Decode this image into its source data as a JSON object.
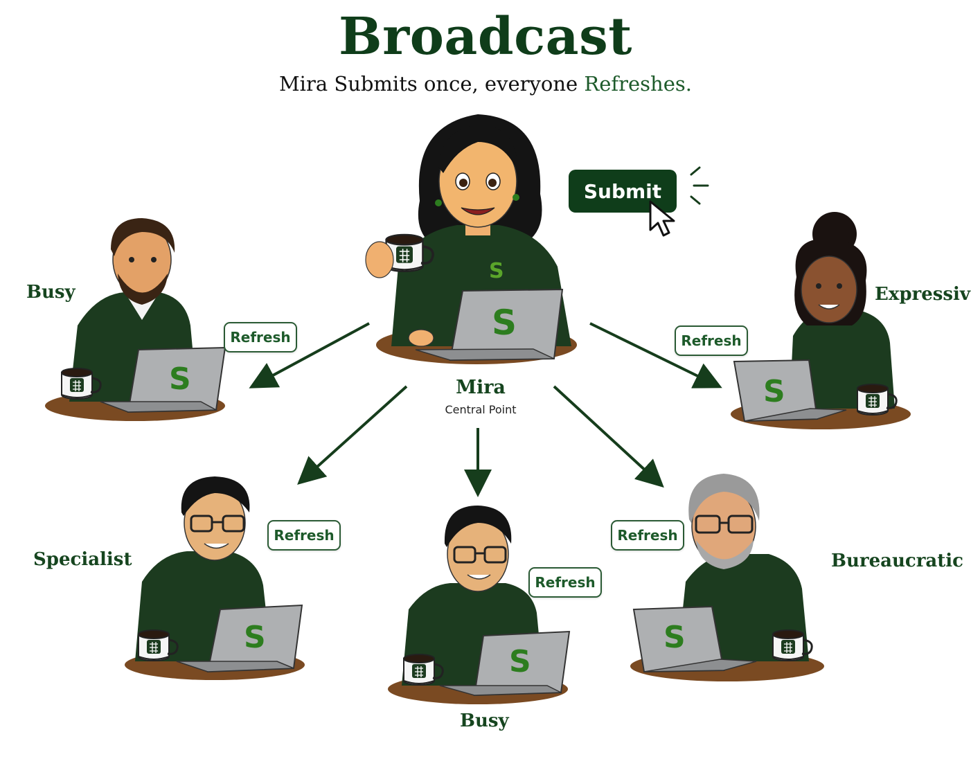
{
  "title": "Broadcast",
  "subtitle": {
    "part1": "Mira Submits once, everyone ",
    "highlight": "Refreshes."
  },
  "center": {
    "name": "Mira",
    "role": "Central Point",
    "submit_label": "Submit",
    "laptop_logo": "S",
    "shirt_logo": "S"
  },
  "people": [
    {
      "label": "Busy",
      "refresh_label": "Refresh",
      "laptop_logo": "S"
    },
    {
      "label": "Expressive",
      "refresh_label": "Refresh",
      "laptop_logo": "S"
    },
    {
      "label": "Specialist",
      "refresh_label": "Refresh",
      "laptop_logo": "S"
    },
    {
      "label": "Busy",
      "refresh_label": "Refresh",
      "laptop_logo": "S"
    },
    {
      "label": "Bureaucratic",
      "refresh_label": "Refresh",
      "laptop_logo": "S"
    }
  ],
  "colors": {
    "brand_dark_green": "#0f3d1a",
    "shirt_green": "#1c3b1f",
    "logo_green": "#2d7d1f",
    "laptop_gray": "#aeb0b2",
    "desk_brown": "#7a4a22"
  }
}
